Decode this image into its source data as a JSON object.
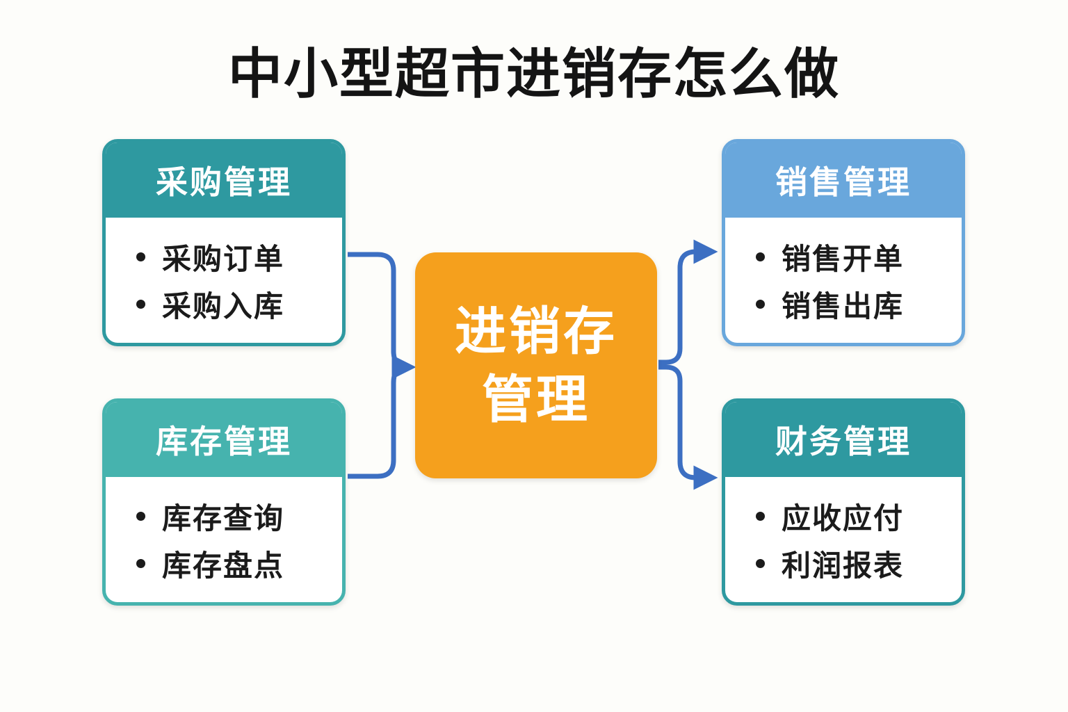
{
  "title": "中小型超市进销存怎么做",
  "center_node": {
    "line1": "进销存",
    "line2": "管理",
    "color": "#F5A01D"
  },
  "arrow_color": "#3C6FC2",
  "boxes": [
    {
      "name": "purchase-management",
      "header": "采购管理",
      "header_color": "#2E99A0",
      "items": [
        "采购订单",
        "采购入库"
      ]
    },
    {
      "name": "inventory-management",
      "header": "库存管理",
      "header_color": "#46B3AE",
      "items": [
        "库存查询",
        "库存盘点"
      ]
    },
    {
      "name": "sales-management",
      "header": "销售管理",
      "header_color": "#69A7DC",
      "items": [
        "销售开单",
        "销售出库"
      ]
    },
    {
      "name": "finance-management",
      "header": "财务管理",
      "header_color": "#2E99A0",
      "items": [
        "应收应付",
        "利润报表"
      ]
    }
  ]
}
